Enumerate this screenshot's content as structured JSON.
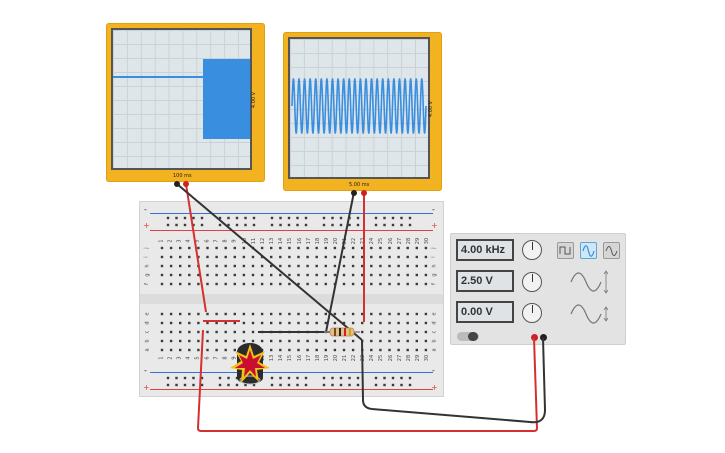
{
  "oscilloscope_1": {
    "voltage_label": "4.00 V",
    "time_label": "100 ms",
    "icon": "oscilloscope-icon"
  },
  "oscilloscope_2": {
    "voltage_label": "4.00 V",
    "time_label": "5.00 ms",
    "icon": "oscilloscope-icon"
  },
  "function_generator": {
    "frequency": "4.00 kHz",
    "amplitude": "2.50 V",
    "dc_offset": "0.00 V",
    "waveforms": [
      "square-wave-icon",
      "sine-wave-icon",
      "triangle-wave-icon"
    ],
    "selected_waveform": "sine-wave-icon"
  },
  "breadboard": {
    "row_letters_top": [
      "j",
      "i",
      "h",
      "g",
      "f"
    ],
    "row_letters_bottom": [
      "e",
      "d",
      "c",
      "b",
      "a"
    ],
    "columns": [
      "1",
      "2",
      "3",
      "4",
      "5",
      "6",
      "7",
      "8",
      "9",
      "10",
      "11",
      "12",
      "13",
      "14",
      "15",
      "16",
      "17",
      "18",
      "19",
      "20",
      "21",
      "22",
      "23",
      "24",
      "25",
      "26",
      "27",
      "28",
      "29",
      "30"
    ],
    "rail_plus": "+",
    "rail_minus": "-"
  },
  "components": {
    "led_state": "exploded",
    "icons": [
      "resistor-icon",
      "exploded-led-icon"
    ]
  },
  "colors": {
    "scope_frame": "#f3b321",
    "trace": "#3a8ee0",
    "wire_red": "#d62f2f",
    "wire_black": "#333333",
    "rail_red": "#e04040",
    "rail_blue": "#3a6fd8"
  }
}
